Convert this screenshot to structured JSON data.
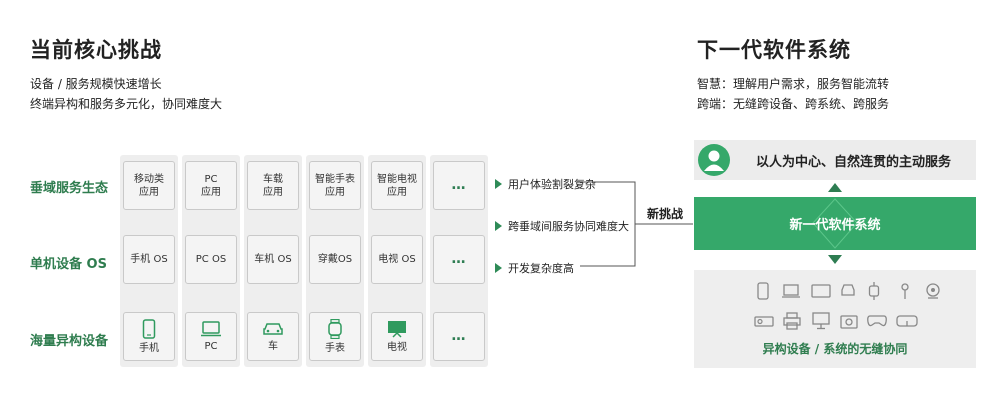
{
  "left": {
    "title": "当前核心挑战",
    "subtitle_lines": [
      "设备 / 服务规模快速增长",
      "终端异构和服务多元化，协同难度大"
    ],
    "row_labels": [
      "垂域服务生态",
      "单机设备 OS",
      "海量异构设备"
    ],
    "columns": [
      {
        "top": "移动类\n应用",
        "mid": "手机 OS",
        "bot_icon": "phone-icon",
        "bot": "手机"
      },
      {
        "top": "PC\n应用",
        "mid": "PC OS",
        "bot_icon": "laptop-icon",
        "bot": "PC"
      },
      {
        "top": "车载\n应用",
        "mid": "车机 OS",
        "bot_icon": "car-icon",
        "bot": "车"
      },
      {
        "top": "智能手表\n应用",
        "mid": "穿戴OS",
        "bot_icon": "watch-icon",
        "bot": "手表"
      },
      {
        "top": "智能电视\n应用",
        "mid": "电视 OS",
        "bot_icon": "tv-icon",
        "bot": "电视"
      },
      {
        "top": "…",
        "mid": "…",
        "bot": "…"
      }
    ]
  },
  "challenges": [
    "用户体验割裂复杂",
    "跨垂域间服务协同难度大",
    "开发复杂度高"
  ],
  "new_challenge_label": "新挑战",
  "right": {
    "title": "下一代软件系统",
    "subtitle_lines": [
      "智慧：理解用户需求，服务智能流转",
      "跨端：无缝跨设备、跨系统、跨服务"
    ],
    "top_bar": "以人为中心、自然连贯的主动服务",
    "middle_bar": "新一代软件系统",
    "bottom_caption": "异构设备 / 系统的无缝协同"
  },
  "colors": {
    "accent": "#35a86a",
    "label_green": "#2f7d4f",
    "grey": "#eeeeee"
  }
}
